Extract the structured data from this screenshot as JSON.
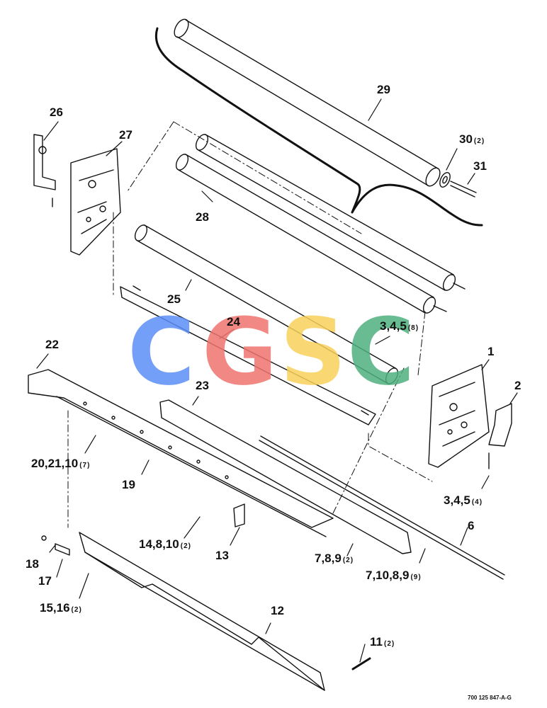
{
  "callouts": [
    {
      "id": "c29",
      "label": "29",
      "qty": ""
    },
    {
      "id": "c30",
      "label": "30",
      "qty": "(2)"
    },
    {
      "id": "c31",
      "label": "31",
      "qty": ""
    },
    {
      "id": "c26",
      "label": "26",
      "qty": ""
    },
    {
      "id": "c27",
      "label": "27",
      "qty": ""
    },
    {
      "id": "c28",
      "label": "28",
      "qty": ""
    },
    {
      "id": "c25",
      "label": "25",
      "qty": ""
    },
    {
      "id": "c24",
      "label": "24",
      "qty": ""
    },
    {
      "id": "c345a",
      "label": "3,4,5",
      "qty": "(8)"
    },
    {
      "id": "c1",
      "label": "1",
      "qty": ""
    },
    {
      "id": "c2",
      "label": "2",
      "qty": ""
    },
    {
      "id": "c22",
      "label": "22",
      "qty": ""
    },
    {
      "id": "c23",
      "label": "23",
      "qty": ""
    },
    {
      "id": "c20",
      "label": "20,21,10",
      "qty": "(7)"
    },
    {
      "id": "c19",
      "label": "19",
      "qty": ""
    },
    {
      "id": "c345b",
      "label": "3,4,5",
      "qty": "(4)"
    },
    {
      "id": "c6",
      "label": "6",
      "qty": ""
    },
    {
      "id": "c14",
      "label": "14,8,10",
      "qty": "(2)"
    },
    {
      "id": "c13",
      "label": "13",
      "qty": ""
    },
    {
      "id": "c789",
      "label": "7,8,9",
      "qty": "(2)"
    },
    {
      "id": "c7108",
      "label": "7,10,8,9",
      "qty": "(9)"
    },
    {
      "id": "c18",
      "label": "18",
      "qty": ""
    },
    {
      "id": "c17",
      "label": "17",
      "qty": ""
    },
    {
      "id": "c15",
      "label": "15,16",
      "qty": "(2)"
    },
    {
      "id": "c12",
      "label": "12",
      "qty": ""
    },
    {
      "id": "c11",
      "label": "11",
      "qty": "(2)"
    }
  ],
  "drawing_number": "700 125 847-A-G",
  "watermark": {
    "text": "CGSC",
    "colors": [
      "#5b8ff9",
      "#f0746e",
      "#f8d25c",
      "#4fb07f"
    ]
  }
}
